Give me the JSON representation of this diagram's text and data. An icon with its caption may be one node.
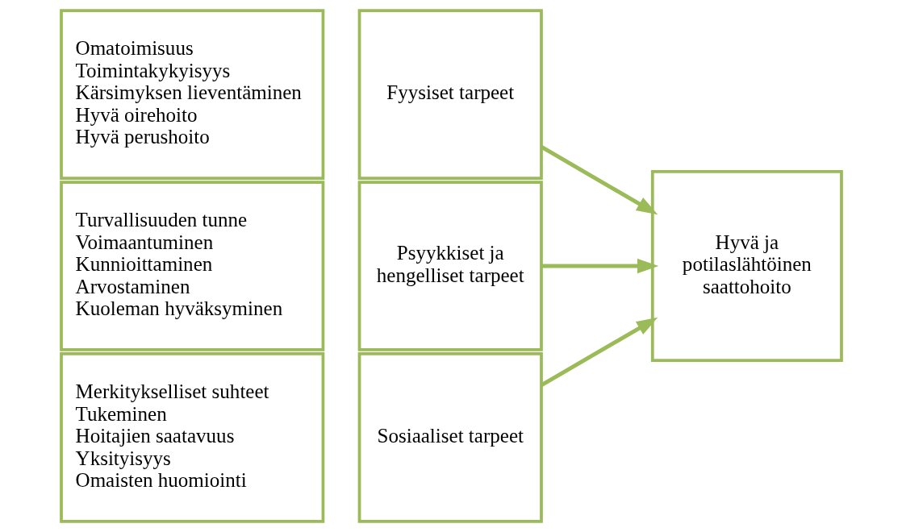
{
  "diagram": {
    "nodes": [
      {
        "text": [
          "Omatoimisuus",
          "Toimintakykyisyys",
          "Kärsimyksen lieventäminen",
          "Hyvä oirehoito",
          "Hyvä perushoito"
        ]
      },
      {
        "text": [
          "Fyysiset tarpeet"
        ]
      },
      {
        "text": [
          "Turvallisuuden tunne",
          "Voimaantuminen",
          "Kunnioittaminen",
          "Arvostaminen",
          "Kuoleman hyväksyminen"
        ]
      },
      {
        "text": [
          "Psyykkiset ja hengelliset tarpeet"
        ]
      },
      {
        "text": [
          "Merkitykselliset suhteet",
          "Tukeminen",
          "Hoitajien saatavuus",
          "Yksityisyys",
          "Omaisten huomiointi"
        ]
      },
      {
        "text": [
          "Sosiaaliset tarpeet"
        ]
      },
      {
        "text": [
          "Hyvä ja potilaslähtöinen saattohoito"
        ]
      }
    ],
    "edges": [
      {
        "from": 1,
        "to": 6,
        "arrow": "to"
      },
      {
        "from": 3,
        "to": 6,
        "arrow": "to"
      },
      {
        "from": 5,
        "to": 6,
        "arrow": "to"
      }
    ]
  }
}
